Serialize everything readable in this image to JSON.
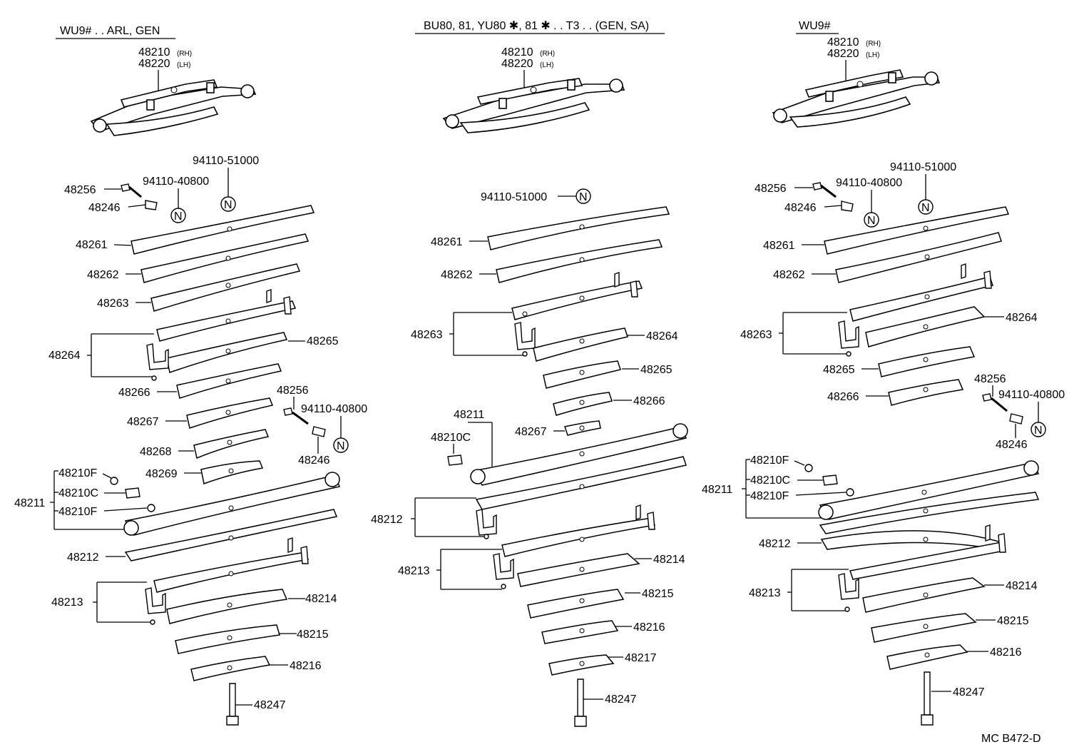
{
  "headers": {
    "left": "WU9# . . ARL, GEN",
    "center": "BU80, 81, YU80 ✱, 81 ✱ . . T3 . . (GEN, SA)",
    "right": "WU9#"
  },
  "labels": {
    "p48210": "48210",
    "p48220": "48220",
    "rh": "(RH)",
    "lh": "(LH)",
    "p48256": "48256",
    "p48246": "48246",
    "p9411040800": "94110-40800",
    "p9411051000": "94110-51000",
    "p48261": "48261",
    "p48262": "48262",
    "p48263": "48263",
    "p48264": "48264",
    "p48265": "48265",
    "p48266": "48266",
    "p48267": "48267",
    "p48268": "48268",
    "p48269": "48269",
    "p48210F": "48210F",
    "p48210C": "48210C",
    "p48211": "48211",
    "p48212": "48212",
    "p48213": "48213",
    "p48214": "48214",
    "p48215": "48215",
    "p48216": "48216",
    "p48217": "48217",
    "p48247": "48247",
    "n": "N"
  },
  "footer": {
    "code": "MC B472-D"
  }
}
